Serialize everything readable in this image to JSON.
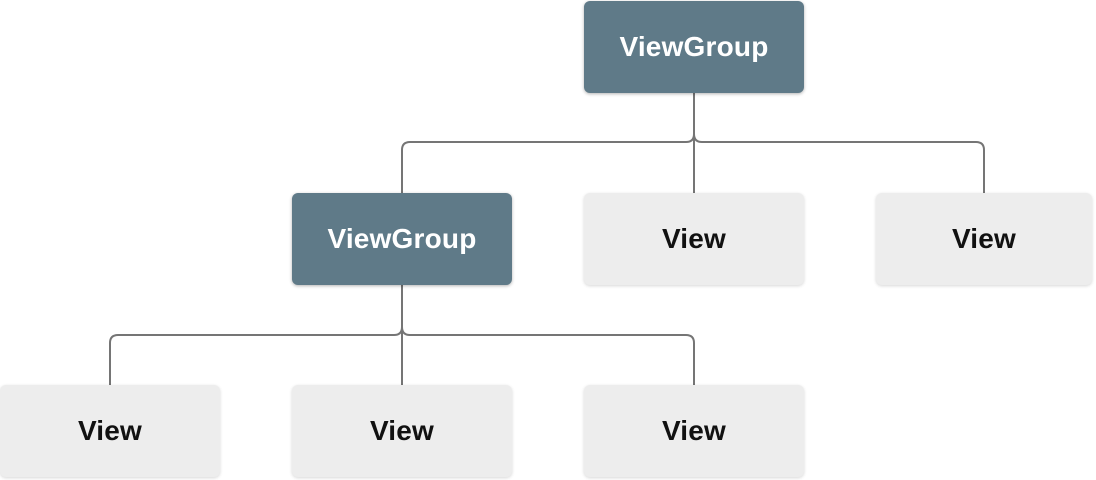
{
  "diagram": {
    "type": "tree",
    "nodes": [
      {
        "id": "root",
        "label": "ViewGroup",
        "kind": "viewgroup",
        "level": 0
      },
      {
        "id": "child-1",
        "label": "ViewGroup",
        "kind": "viewgroup",
        "level": 1
      },
      {
        "id": "child-2",
        "label": "View",
        "kind": "view",
        "level": 1
      },
      {
        "id": "child-3",
        "label": "View",
        "kind": "view",
        "level": 1
      },
      {
        "id": "grandchild-1",
        "label": "View",
        "kind": "view",
        "level": 2
      },
      {
        "id": "grandchild-2",
        "label": "View",
        "kind": "view",
        "level": 2
      },
      {
        "id": "grandchild-3",
        "label": "View",
        "kind": "view",
        "level": 2
      }
    ],
    "edges": [
      {
        "from": "root",
        "to": "child-1"
      },
      {
        "from": "root",
        "to": "child-2"
      },
      {
        "from": "root",
        "to": "child-3"
      },
      {
        "from": "child-1",
        "to": "grandchild-1"
      },
      {
        "from": "child-1",
        "to": "grandchild-2"
      },
      {
        "from": "child-1",
        "to": "grandchild-3"
      }
    ],
    "colors": {
      "viewgroup_fill": "#5f7a88",
      "viewgroup_text": "#ffffff",
      "view_fill": "#ededed",
      "view_text": "#111111",
      "connector": "#757575",
      "background": "#ffffff"
    }
  }
}
